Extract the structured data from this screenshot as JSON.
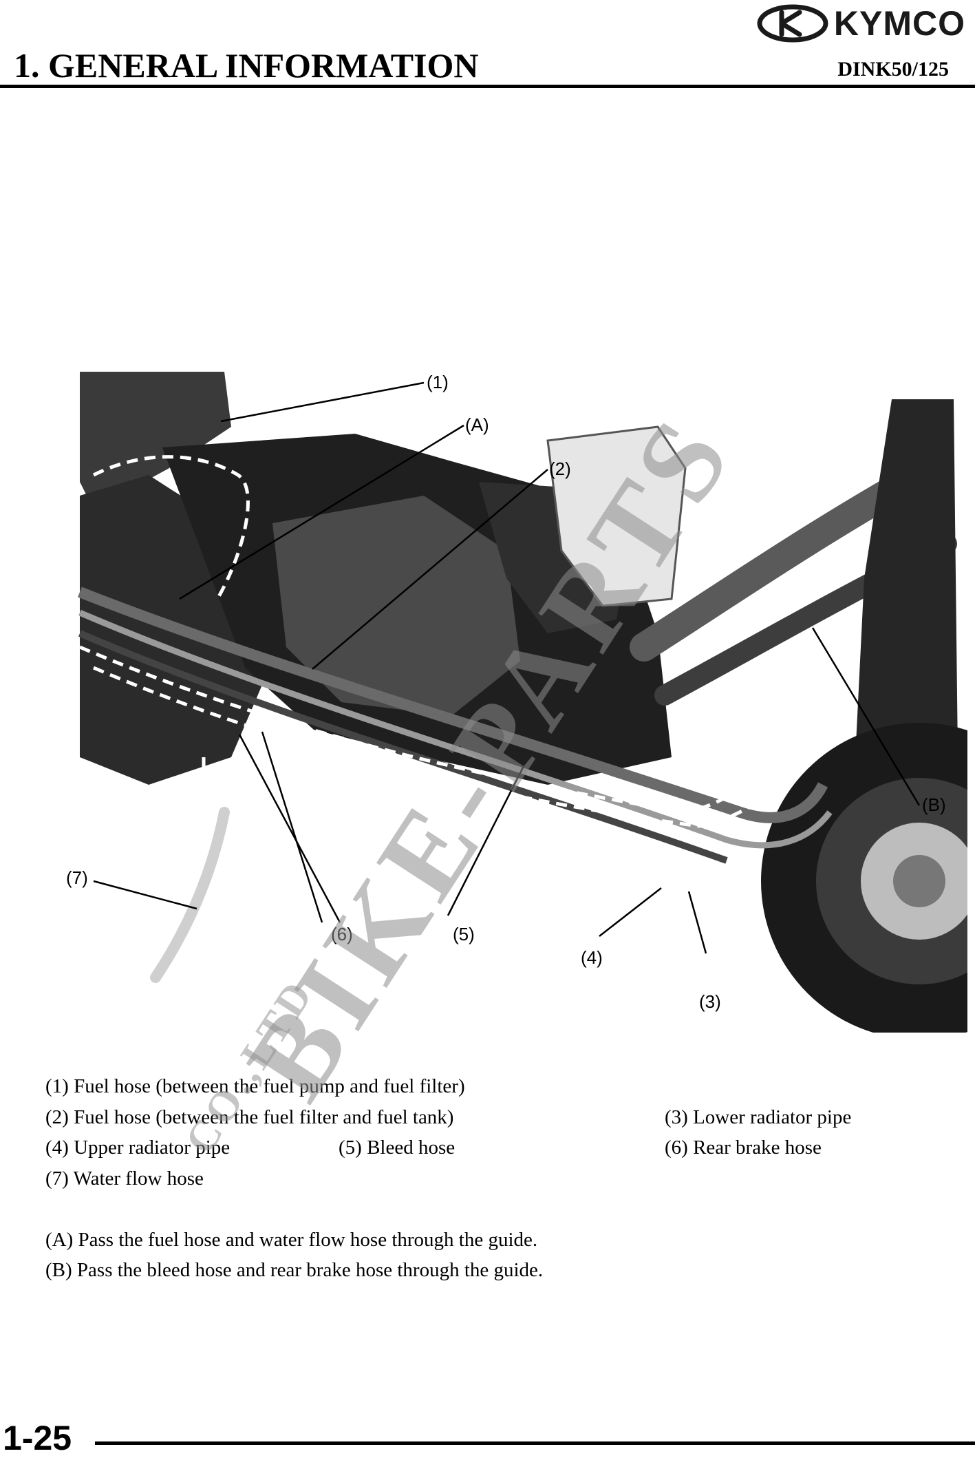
{
  "header": {
    "brand": "KYMCO",
    "chapter_title": "1. GENERAL INFORMATION",
    "model": "DINK50/125"
  },
  "figure": {
    "callouts": [
      "(1)",
      "(A)",
      "(2)",
      "(B)",
      "(7)",
      "(6)",
      "(5)",
      "(4)",
      "(3)"
    ]
  },
  "legend": {
    "item1": "(1) Fuel hose (between the fuel pump and fuel filter)",
    "item2": "(2) Fuel hose (between the fuel filter and fuel tank)",
    "item3": "(3) Lower radiator pipe",
    "item4": "(4) Upper radiator pipe",
    "item5": "(5) Bleed hose",
    "item6": "(6) Rear brake hose",
    "item7": "(7) Water flow hose",
    "noteA": "(A) Pass the fuel hose and water flow hose through the guide.",
    "noteB": "(B) Pass the bleed hose and rear brake hose through the guide."
  },
  "watermark": {
    "main": "BIKE-PARTS",
    "sub": "CO.,LTD"
  },
  "footer": {
    "page_number": "1-25"
  }
}
